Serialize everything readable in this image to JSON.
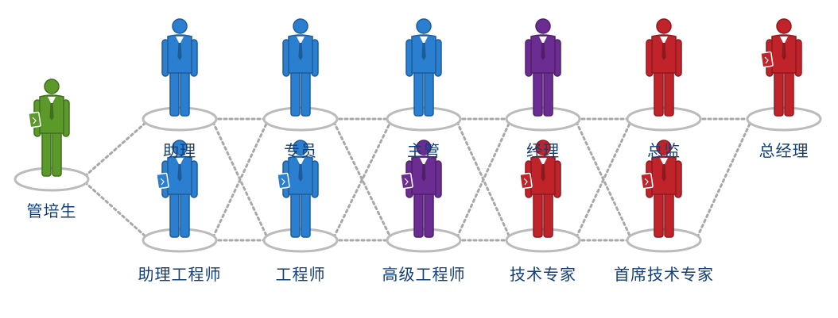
{
  "colors": {
    "green": "#5b9a2a",
    "blue": "#2b7fd0",
    "purple": "#6c2d93",
    "red": "#c0242a",
    "label": "#123f7a",
    "connector": "#a8a8a8",
    "platform": "#bbbbbb"
  },
  "icons": {
    "person": "person-figure-icon",
    "platform": "platform-ellipse-icon"
  },
  "nodes": [
    {
      "id": "trainee",
      "label": "管培生",
      "color": "red_placeholder"
    }
  ],
  "diagram": {
    "trainee": {
      "label": "管培生",
      "color": "green",
      "carries_folder": true
    },
    "assistant": {
      "label": "助理",
      "color": "blue",
      "carries_folder": false
    },
    "specialist": {
      "label": "专员",
      "color": "blue",
      "carries_folder": false
    },
    "supervisor": {
      "label": "主管",
      "color": "blue",
      "carries_folder": false
    },
    "manager": {
      "label": "经理",
      "color": "purple",
      "carries_folder": false
    },
    "director": {
      "label": "总监",
      "color": "red",
      "carries_folder": false
    },
    "general_manager": {
      "label": "总经理",
      "color": "red",
      "carries_folder": true
    },
    "assistant_engineer": {
      "label": "助理工程师",
      "color": "blue",
      "carries_folder": true
    },
    "engineer": {
      "label": "工程师",
      "color": "blue",
      "carries_folder": true
    },
    "senior_engineer": {
      "label": "高级工程师",
      "color": "purple",
      "carries_folder": true
    },
    "technical_expert": {
      "label": "技术专家",
      "color": "red",
      "carries_folder": true
    },
    "chief_technical_expert": {
      "label": "首席技术专家",
      "color": "red",
      "carries_folder": true
    }
  },
  "connections": [
    [
      "trainee",
      "assistant"
    ],
    [
      "trainee",
      "assistant_engineer"
    ],
    [
      "assistant",
      "specialist"
    ],
    [
      "assistant",
      "engineer"
    ],
    [
      "assistant_engineer",
      "specialist"
    ],
    [
      "assistant_engineer",
      "engineer"
    ],
    [
      "specialist",
      "supervisor"
    ],
    [
      "specialist",
      "senior_engineer"
    ],
    [
      "engineer",
      "supervisor"
    ],
    [
      "engineer",
      "senior_engineer"
    ],
    [
      "supervisor",
      "manager"
    ],
    [
      "supervisor",
      "technical_expert"
    ],
    [
      "senior_engineer",
      "manager"
    ],
    [
      "senior_engineer",
      "technical_expert"
    ],
    [
      "manager",
      "director"
    ],
    [
      "manager",
      "chief_technical_expert"
    ],
    [
      "technical_expert",
      "director"
    ],
    [
      "technical_expert",
      "chief_technical_expert"
    ],
    [
      "director",
      "general_manager"
    ],
    [
      "chief_technical_expert",
      "general_manager"
    ]
  ]
}
